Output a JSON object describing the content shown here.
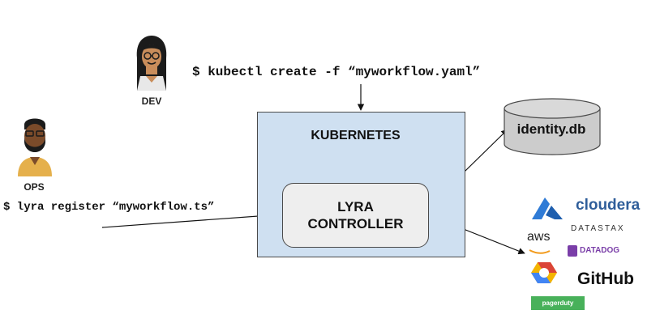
{
  "actors": {
    "dev": {
      "label": "DEV"
    },
    "ops": {
      "label": "OPS"
    }
  },
  "commands": {
    "dev_command": "$ kubectl create -f “myworkflow.yaml”",
    "ops_command": "$ lyra register “myworkflow.ts”"
  },
  "kubernetes": {
    "title": "KUBERNETES",
    "controller_line1": "LYRA",
    "controller_line2": "CONTROLLER"
  },
  "database": {
    "label": "identity.db"
  },
  "providers": {
    "cloudera": "cloudera",
    "aws": "aws",
    "datastax": "DATASTAX",
    "datadog": "DATADOG",
    "github": "GitHub",
    "pagerduty": "pagerduty"
  },
  "colors": {
    "k8s_fill": "#cfe0f1",
    "controller_fill": "#eeeeee",
    "db_fill": "#cccccc",
    "azure_blue": "#2f7bd6",
    "cloudera_blue": "#2f5e9a",
    "datadog_purple": "#7a3ea8",
    "pagerduty_green": "#48b15a"
  }
}
